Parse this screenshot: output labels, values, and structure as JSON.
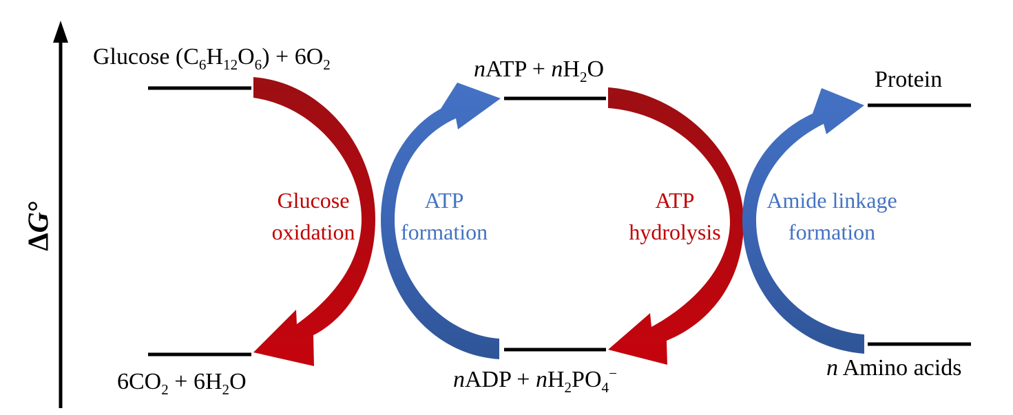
{
  "colors": {
    "red_dark": "#9b0f12",
    "red_light": "#c5040d",
    "blue_light": "#4472c4",
    "blue_dark": "#2f5597",
    "line": "#000000"
  },
  "axis": {
    "symbol": "Δ",
    "variable": "G",
    "superscript": "°"
  },
  "species": {
    "glucose": {
      "t1": "Glucose (C",
      "s1": "6",
      "t2": "H",
      "s2": "12",
      "t3": "O",
      "s3": "6",
      "t4": ") + 6O",
      "s4": "2"
    },
    "co2": {
      "t1": "6CO",
      "s1": "2",
      "t2": " + 6H",
      "s2": "2",
      "t3": "O"
    },
    "atp": {
      "n1": "n",
      "t1": "ATP + ",
      "n2": "n",
      "t2": "H",
      "s1": "2",
      "t3": "O"
    },
    "adp": {
      "n1": "n",
      "t1": "ADP + ",
      "n2": "n",
      "t2": "H",
      "s1": "2",
      "t3": "PO",
      "s2": "4",
      "sup": "−"
    },
    "protein": {
      "t1": "Protein"
    },
    "amino": {
      "n1": "n",
      "t1": " Amino acids"
    }
  },
  "processes": {
    "glucose_oxidation": {
      "line1": "Glucose",
      "line2": "oxidation"
    },
    "atp_formation": {
      "line1": "ATP",
      "line2": "formation"
    },
    "atp_hydrolysis": {
      "line1": "ATP",
      "line2": "hydrolysis"
    },
    "amide_formation": {
      "line1": "Amide linkage",
      "line2": "formation"
    }
  }
}
